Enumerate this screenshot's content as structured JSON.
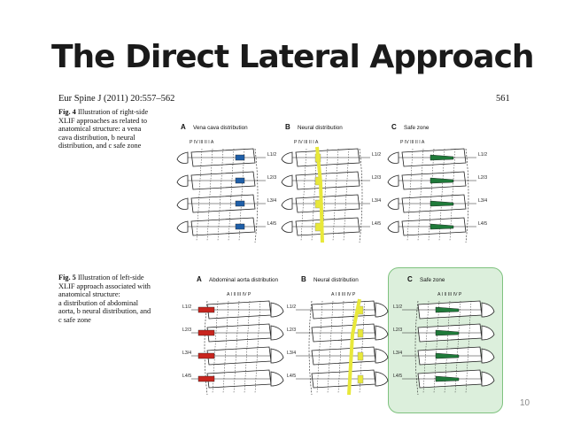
{
  "slide": {
    "title": "The Direct Lateral Approach",
    "slide_number": "10"
  },
  "paper": {
    "running_head": "Eur Spine J (2011) 20:557–562",
    "page_number": "561",
    "fig4": {
      "label": "Fig. 4",
      "caption_lines": [
        "Illustration of right-side",
        "XLIF approaches as related to",
        "anatomical structure: a vena",
        "cava distribution, b neural",
        "distribution, and c safe zone"
      ],
      "panels": [
        {
          "letter": "A",
          "title": "Vena cava distribution",
          "zones": "P IV III II I A",
          "color": "#1f5fa8",
          "kind": "block"
        },
        {
          "letter": "B",
          "title": "Neural distribution",
          "zones": "P IV III II I A",
          "color": "#e8e83a",
          "kind": "neural"
        },
        {
          "letter": "C",
          "title": "Safe zone",
          "zones": "P IV III II I A",
          "color": "#1f7a3a",
          "kind": "wedge"
        }
      ],
      "levels": [
        "L1/2",
        "L2/3",
        "L3/4",
        "L4/5"
      ]
    },
    "fig5": {
      "label": "Fig. 5",
      "caption_lines": [
        "Illustration of left-side",
        "XLIF approach associated with",
        "anatomical structure:",
        "a distribution of abdominal",
        "aorta, b neural distribution, and",
        "c safe zone"
      ],
      "panels": [
        {
          "letter": "A",
          "title": "Abdominal aorta distribution",
          "zones": "A I II III IV P",
          "color": "#c8251e",
          "kind": "block"
        },
        {
          "letter": "B",
          "title": "Neural distribution",
          "zones": "A I II III IV P",
          "color": "#e8e83a",
          "kind": "neural"
        },
        {
          "letter": "C",
          "title": "Safe zone",
          "zones": "A I II III IV P",
          "color": "#1f7a3a",
          "kind": "wedge"
        }
      ],
      "levels": [
        "L1/2",
        "L2/3",
        "L3/4",
        "L4/5"
      ]
    }
  }
}
